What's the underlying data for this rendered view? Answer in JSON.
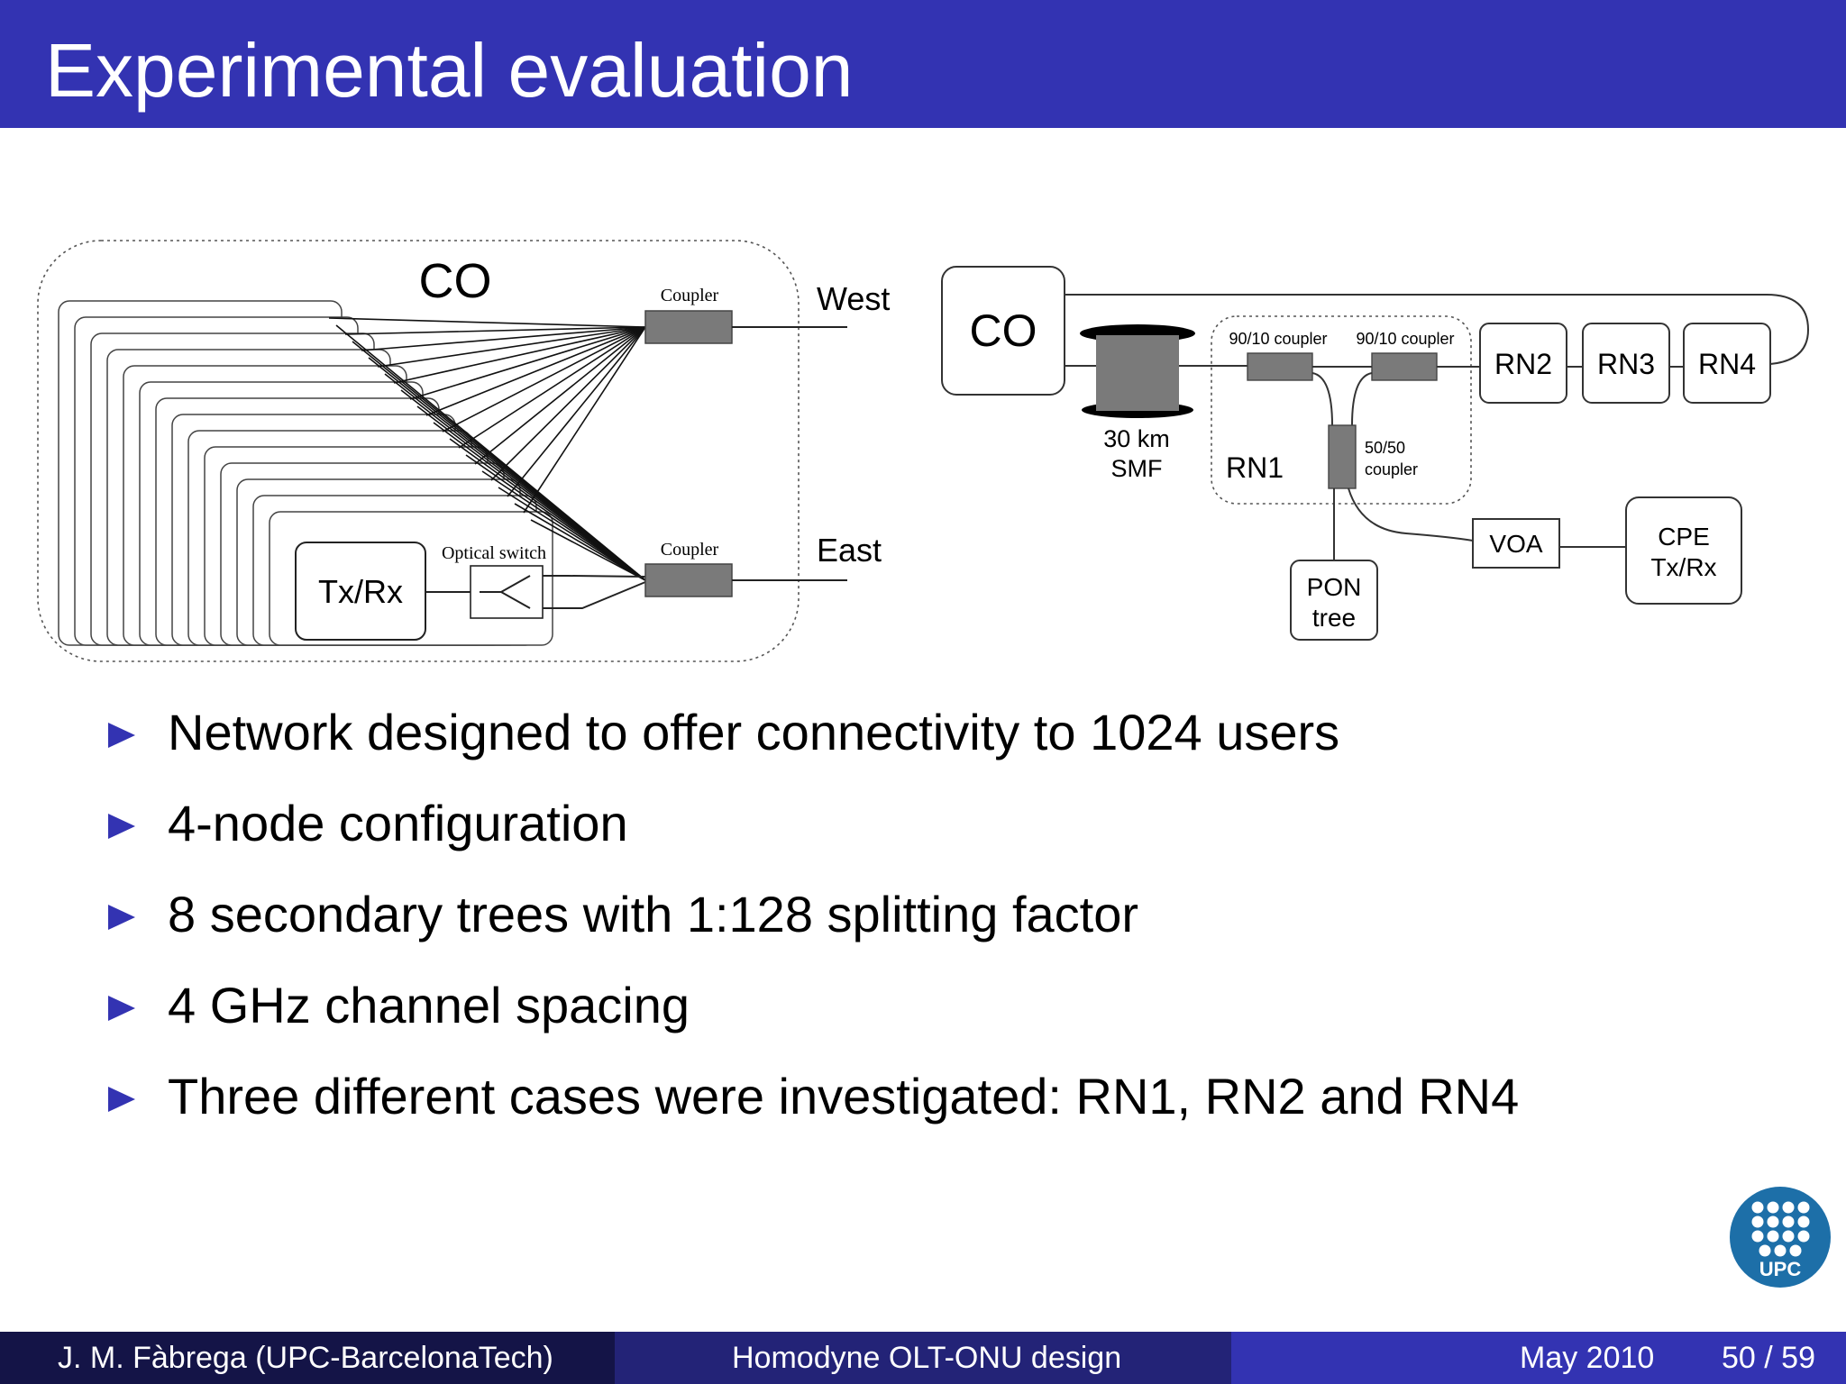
{
  "slide": {
    "title": "Experimental evaluation"
  },
  "diagram_left": {
    "co_label": "CO",
    "coupler_top_label": "Coupler",
    "coupler_bottom_label": "Coupler",
    "west_label": "West",
    "east_label": "East",
    "transceiver_label": "Tx/Rx",
    "switch_label": "Optical switch"
  },
  "diagram_right": {
    "co_label": "CO",
    "fiber_length": "30 km",
    "fiber_type": "SMF",
    "coupler_a_label": "90/10 coupler",
    "coupler_b_label": "90/10 coupler",
    "coupler_c_label_1": "50/50",
    "coupler_c_label_2": "coupler",
    "rn1_label": "RN1",
    "rn2_label": "RN2",
    "rn3_label": "RN3",
    "rn4_label": "RN4",
    "voa_label": "VOA",
    "pon_label_1": "PON",
    "pon_label_2": "tree",
    "cpe_label_1": "CPE",
    "cpe_label_2": "Tx/Rx"
  },
  "bullets": [
    "Network designed to offer connectivity to 1024 users",
    "4-node configuration",
    "8 secondary trees with 1:128 splitting factor",
    "4 GHz channel spacing",
    "Three different cases were investigated: RN1, RN2 and RN4"
  ],
  "logo": {
    "text": "UPC",
    "icon": "upc-logo-icon"
  },
  "footer": {
    "author": "J. M. Fàbrega  (UPC-BarcelonaTech)",
    "talk": "Homodyne OLT-ONU design",
    "date": "May 2010",
    "page": "50 / 59"
  },
  "colors": {
    "title_bar": "#3333b2",
    "footer_left": "#141447",
    "footer_mid": "#232377",
    "footer_right": "#3333b2",
    "bullet": "#3333b2",
    "logo": "#1d6fa8"
  }
}
